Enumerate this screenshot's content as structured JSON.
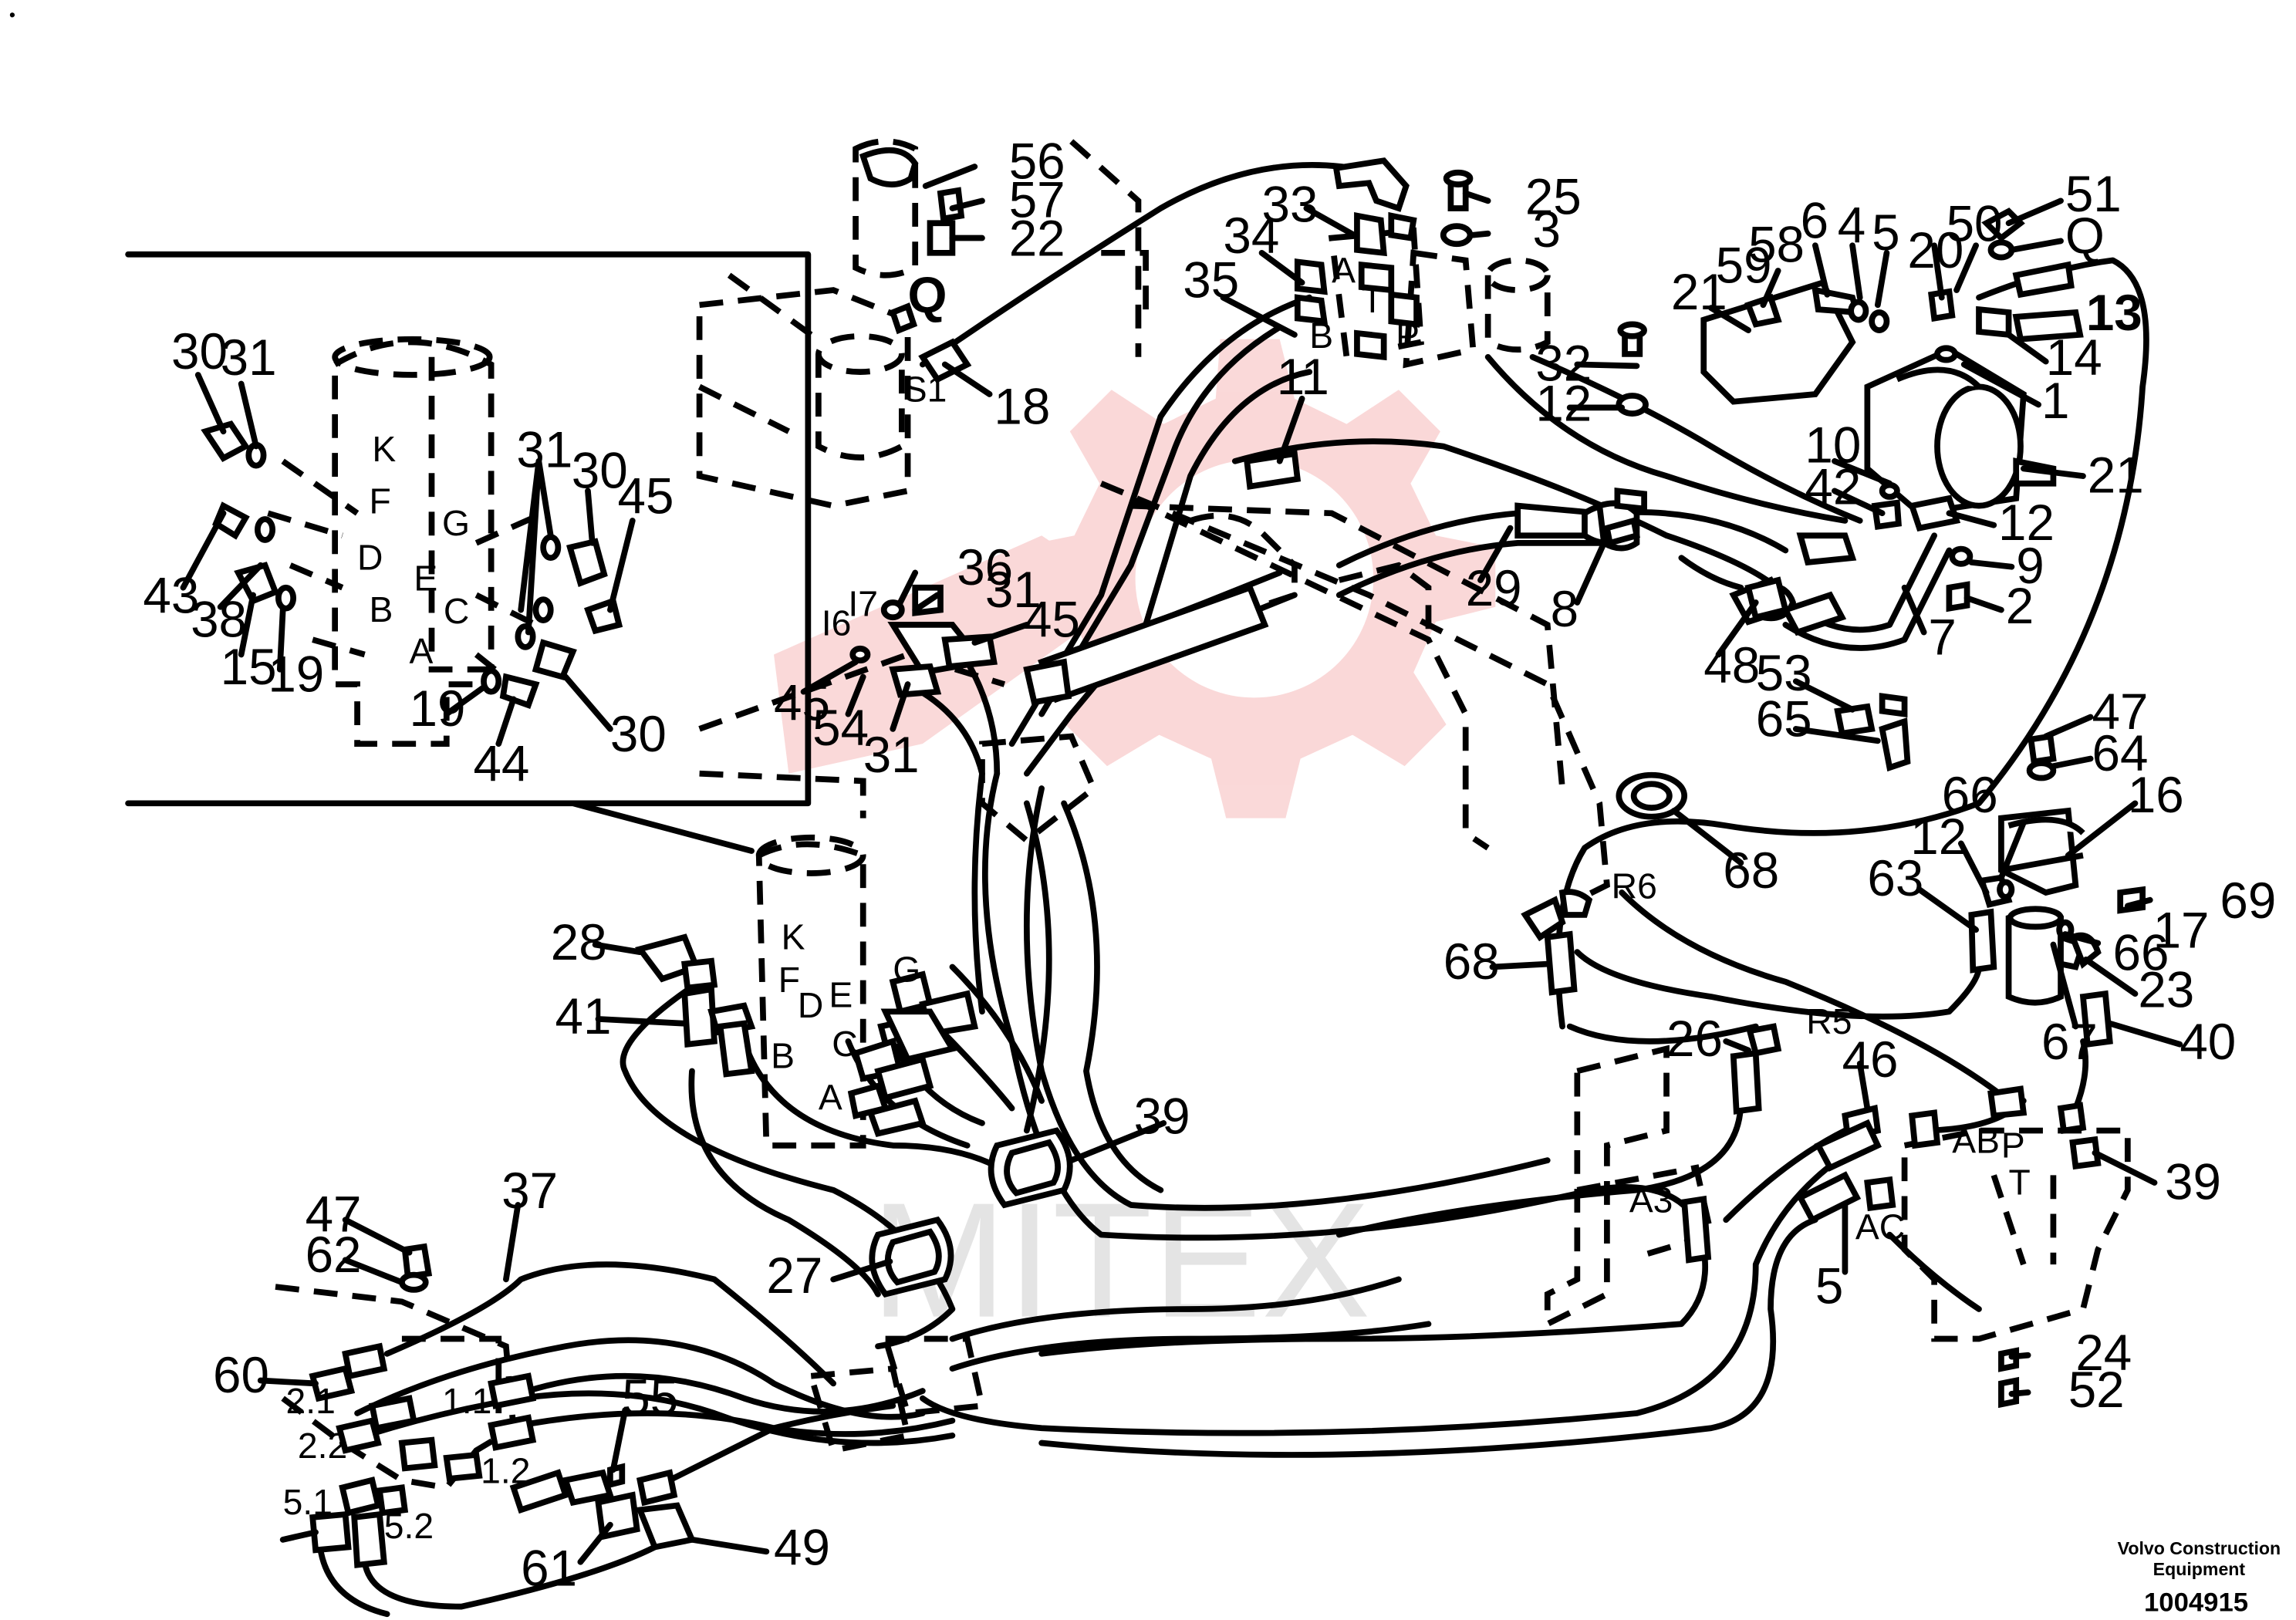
{
  "watermark": "MITEX",
  "footer": {
    "company_line1": "Volvo Construction",
    "company_line2": "Equipment",
    "drawing_number": "1004915"
  },
  "corner_mark": "•",
  "callouts": {
    "inset": [
      "30",
      "31",
      "43",
      "38",
      "15",
      "19",
      "31",
      "30",
      "45",
      "19",
      "30",
      "44"
    ],
    "main": [
      "56",
      "57",
      "22",
      "Q",
      "18",
      "33",
      "34",
      "35",
      "25",
      "3",
      "32",
      "12",
      "11",
      "6",
      "4",
      "5",
      "59",
      "58",
      "21",
      "20",
      "50",
      "51",
      "Q",
      "13",
      "14",
      "1",
      "21",
      "10",
      "42",
      "12",
      "9",
      "2",
      "7",
      "48",
      "8",
      "29",
      "45",
      "31",
      "36",
      "31",
      "45",
      "54",
      "53",
      "65",
      "47",
      "64",
      "16",
      "68",
      "66",
      "12",
      "69",
      "17",
      "63",
      "66",
      "23",
      "68",
      "67",
      "40",
      "28",
      "41",
      "26",
      "46",
      "39",
      "39",
      "27",
      "37",
      "47",
      "62",
      "60",
      "55",
      "5",
      "24",
      "52",
      "61",
      "49"
    ]
  },
  "port_labels": {
    "inset": [
      "K",
      "F",
      "D",
      "B",
      "G",
      "E",
      "C",
      "A"
    ],
    "main": [
      "S1",
      "A",
      "B",
      "T",
      "P",
      "I6",
      "I7",
      "K",
      "F",
      "D",
      "E",
      "B",
      "G",
      "C",
      "A",
      "R6",
      "R5",
      "A3",
      "AB",
      "P",
      "T",
      "AC",
      "2.1",
      "1.1",
      "2.2",
      "1.2",
      "5.1",
      "5.2"
    ]
  }
}
